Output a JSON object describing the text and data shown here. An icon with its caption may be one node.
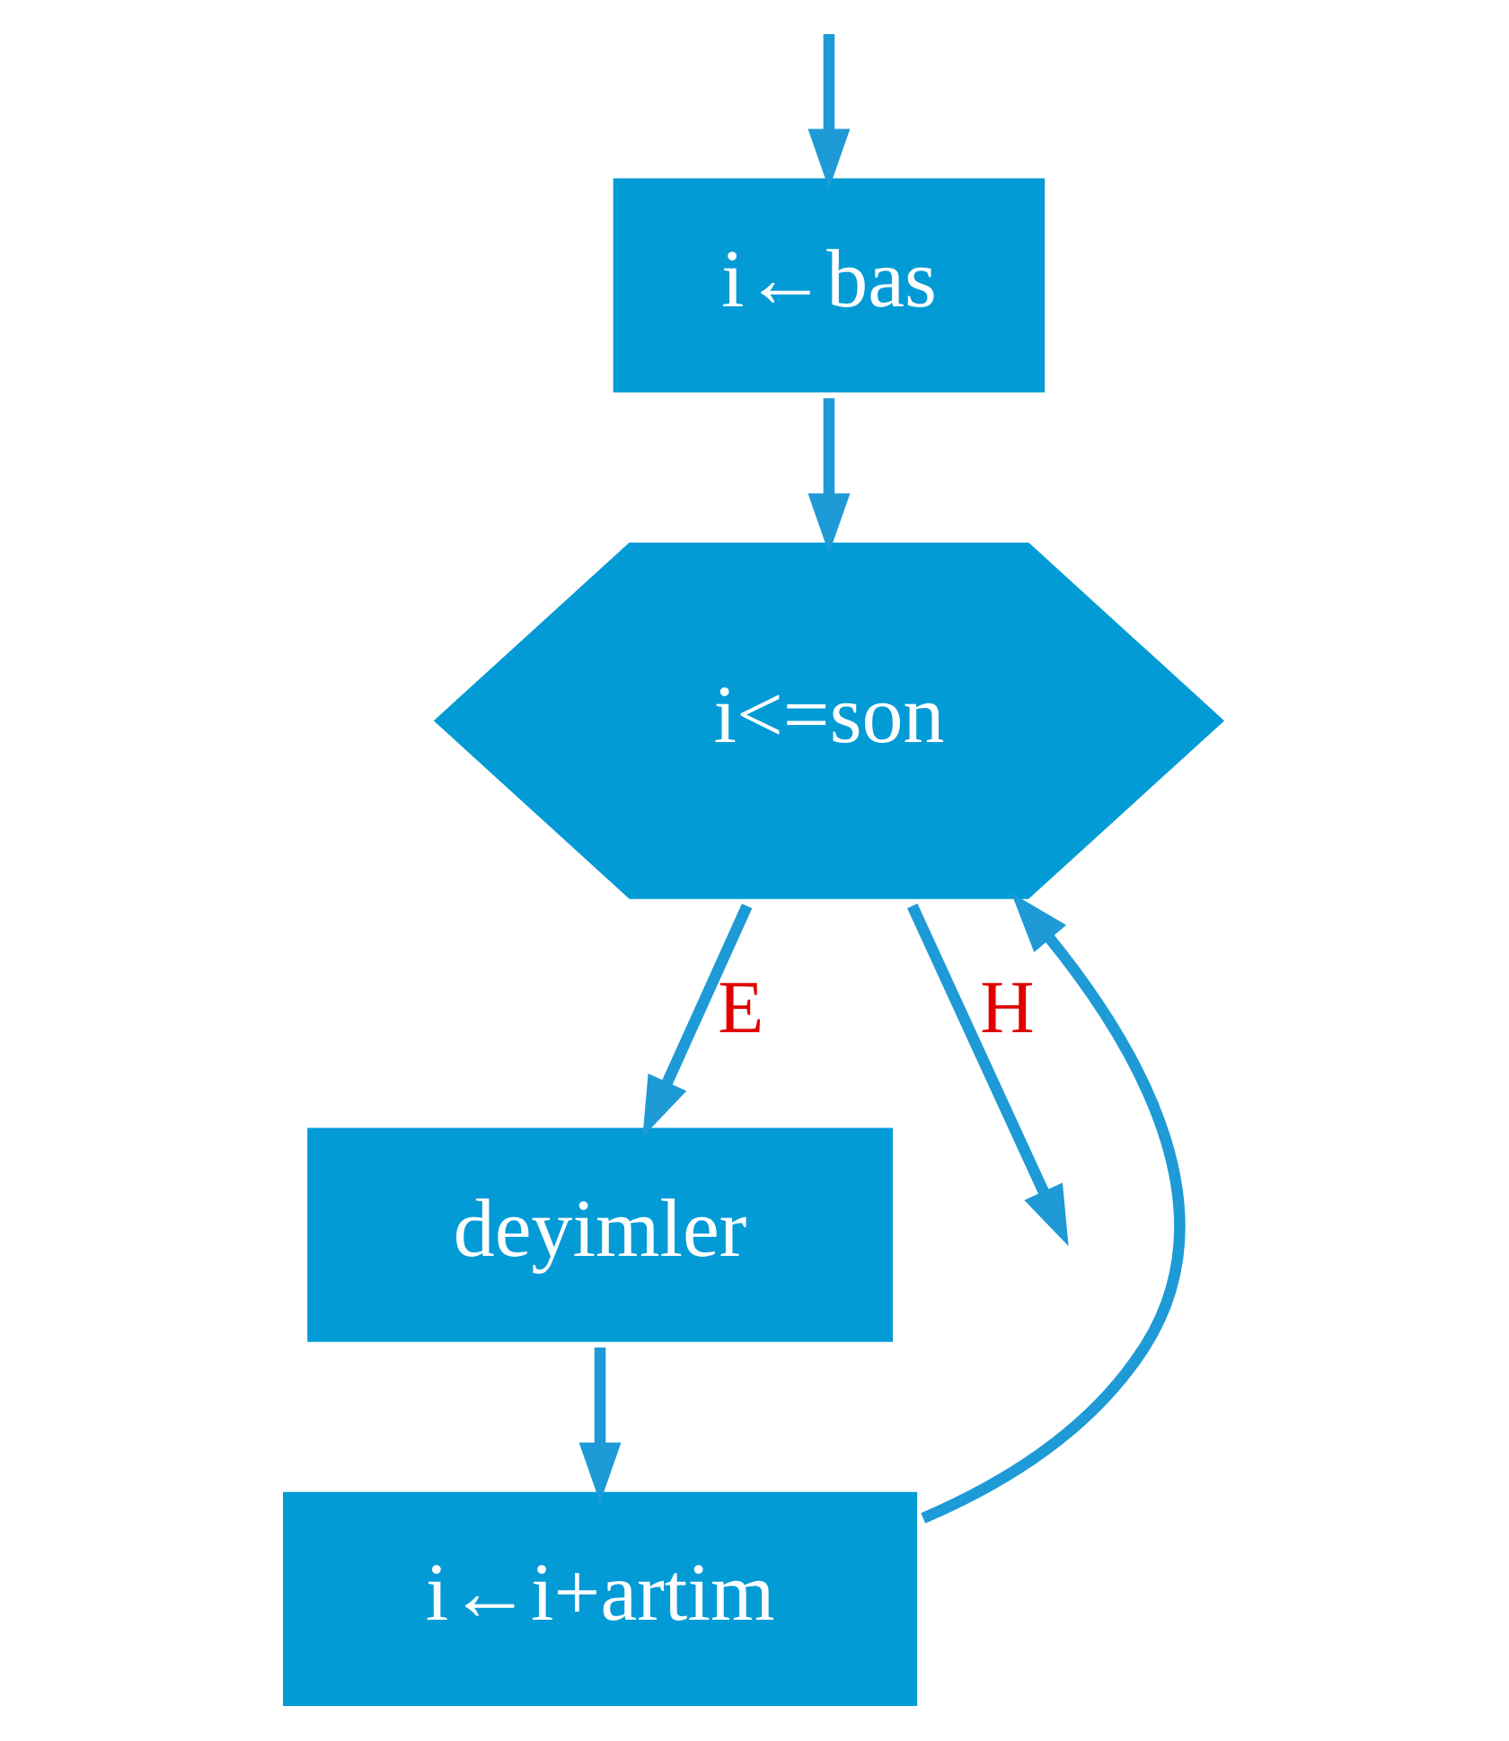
{
  "diagram": {
    "nodes": [
      {
        "text": [
          "i←bas"
        ]
      },
      {
        "text": [
          "i<=son"
        ]
      },
      {
        "text": [
          "deyimler"
        ]
      },
      {
        "text": [
          "i←i+artim"
        ]
      }
    ],
    "edges": [
      {
        "from": null,
        "to": 0,
        "arrow": "to"
      },
      {
        "from": 0,
        "to": 1,
        "arrow": "to"
      },
      {
        "from": 1,
        "to": 2,
        "arrow": "to",
        "label": "E"
      },
      {
        "from": 2,
        "to": 3,
        "arrow": "to"
      },
      {
        "from": 3,
        "to": 1,
        "arrow": "to"
      },
      {
        "from": 1,
        "to": null,
        "arrow": "to",
        "label": "H"
      }
    ]
  }
}
